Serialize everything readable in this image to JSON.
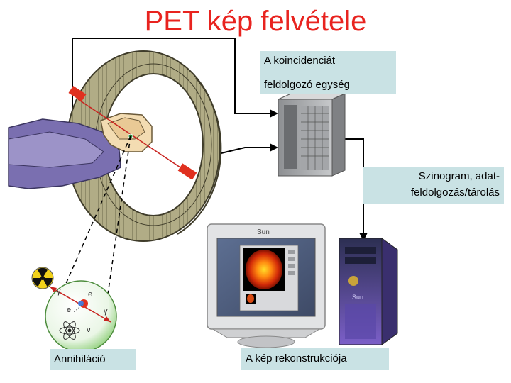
{
  "title": "PET kép felvétele",
  "labels": {
    "coincidence_line1": "A koincidenciát",
    "coincidence_line2": "feldolgozó egység",
    "sinogram_line1": "Szinogram, adat-",
    "sinogram_line2": "feldolgozás/tárolás",
    "annihilation": "Annihiláció",
    "reconstruction": "A kép rekonstrukciója"
  },
  "brand": {
    "monitor_logo": "Sun",
    "server_logo": "Sun"
  },
  "annihilation_symbols": {
    "electron_top": "e",
    "electron_left": "e",
    "gamma_right": "γ",
    "gamma_left": "γ",
    "neutrino": "ν"
  },
  "colors": {
    "title": "#e8231f",
    "label_bg": "#c9e2e4",
    "gamma_line": "#c8231f",
    "ring": "#a9a47a",
    "patient": "#7c6fa8"
  }
}
